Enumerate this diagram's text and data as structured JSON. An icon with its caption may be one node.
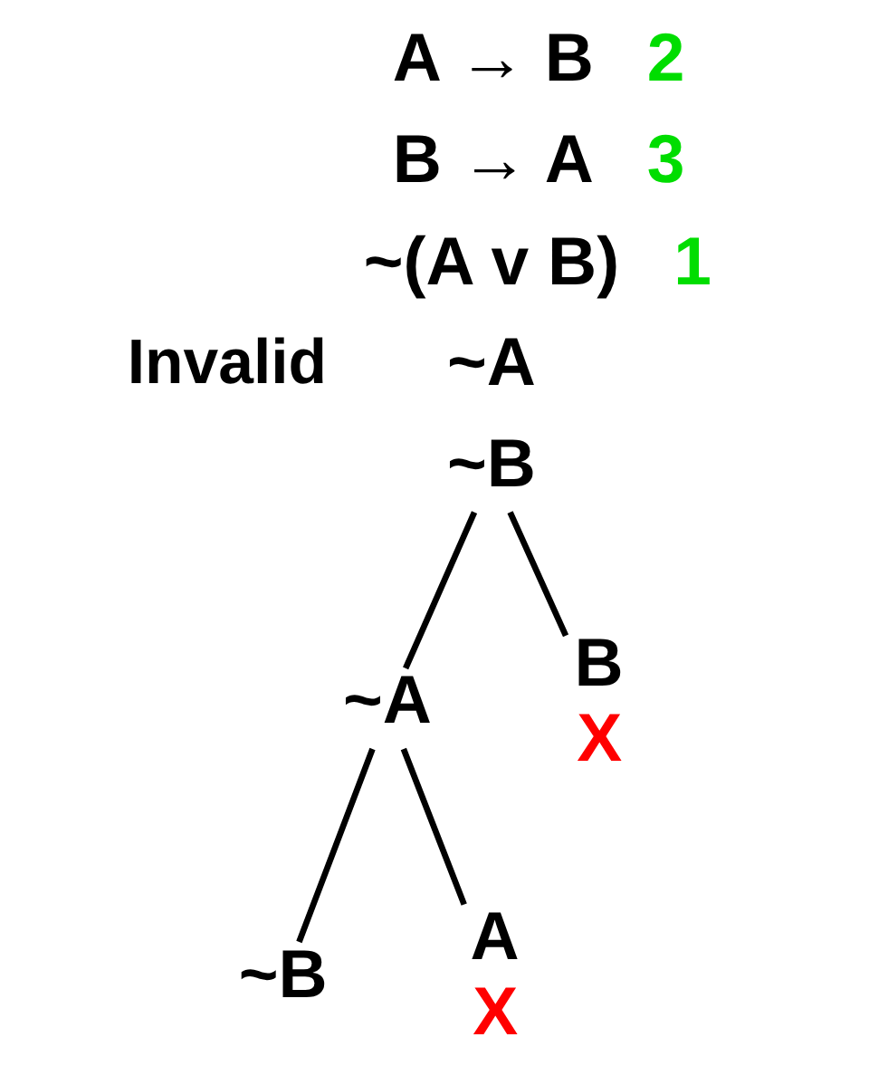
{
  "diagram": {
    "nodes": [
      {
        "text": [
          "A → B"
        ],
        "beside": [
          "2"
        ]
      },
      {
        "text": [
          "B → A"
        ],
        "beside": [
          "3"
        ]
      },
      {
        "text": [
          "~(A v B)"
        ],
        "beside": [
          "1"
        ]
      },
      {
        "text": [
          "~A"
        ]
      },
      {
        "text": [
          "~B"
        ]
      },
      {
        "text": [
          "~A"
        ]
      },
      {
        "text": [
          "B"
        ],
        "beside": [
          "X"
        ]
      },
      {
        "text": [
          "~B"
        ]
      },
      {
        "text": [
          "A"
        ],
        "beside": [
          "X"
        ]
      }
    ],
    "edges": [
      {
        "from": 4,
        "to": 5,
        "arrow": "none"
      },
      {
        "from": 4,
        "to": 6,
        "arrow": "none"
      },
      {
        "from": 5,
        "to": 7,
        "arrow": "none"
      },
      {
        "from": 5,
        "to": 8,
        "arrow": "none"
      }
    ],
    "labels": [
      "Invalid"
    ]
  }
}
